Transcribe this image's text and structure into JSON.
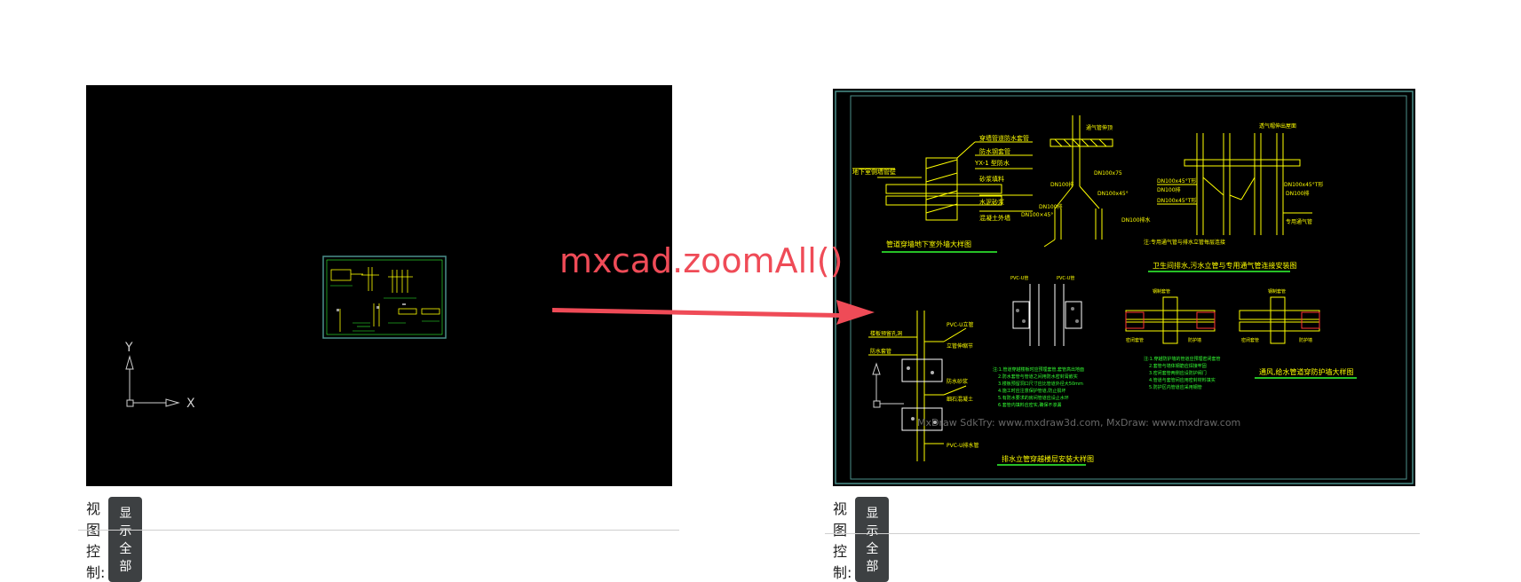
{
  "left_panel": {
    "controls": {
      "label": "视图控制:",
      "button": "显示全部"
    },
    "axis": {
      "x": "X",
      "y": "Y"
    }
  },
  "right_panel": {
    "controls": {
      "label": "视图控制:",
      "button": "显示全部"
    },
    "drawing_titles": [
      "管道穿墙地下室外墙大样图",
      "卫生间排水,污水立管与专用通气管连接安装图",
      "排水立管穿越楼层安装大样图",
      "通风,给水管道穿防护墙大样图"
    ],
    "labels": [
      "DN100排",
      "DN100x75",
      "DN100×45°"
    ],
    "watermark": "MxDraw SdkTry: www.mxdraw3d.com, MxDraw: www.mxdraw.com"
  },
  "annotation": {
    "code": "mxcad.zoomAll()"
  },
  "colors": {
    "arrow": "#ef4b57",
    "cad_yellow": "#ffff00",
    "cad_green": "#33ff33",
    "cad_border": "#4b8f8a",
    "button_bg": "#3d4042"
  }
}
